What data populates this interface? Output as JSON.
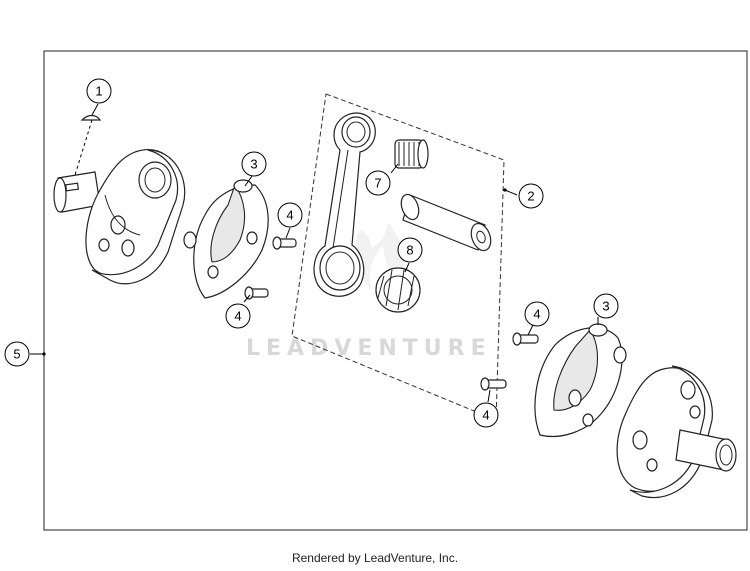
{
  "diagram": {
    "callouts": [
      {
        "id": "c1",
        "label": "1"
      },
      {
        "id": "c2",
        "label": "2"
      },
      {
        "id": "c3a",
        "label": "3"
      },
      {
        "id": "c3b",
        "label": "3"
      },
      {
        "id": "c4a",
        "label": "4"
      },
      {
        "id": "c4b",
        "label": "4"
      },
      {
        "id": "c4c",
        "label": "4"
      },
      {
        "id": "c4d",
        "label": "4"
      },
      {
        "id": "c5",
        "label": "5"
      },
      {
        "id": "c7",
        "label": "7"
      },
      {
        "id": "c8",
        "label": "8"
      }
    ],
    "watermark": "LEADVENTURE",
    "footer": "Rendered by LeadVenture, Inc."
  }
}
